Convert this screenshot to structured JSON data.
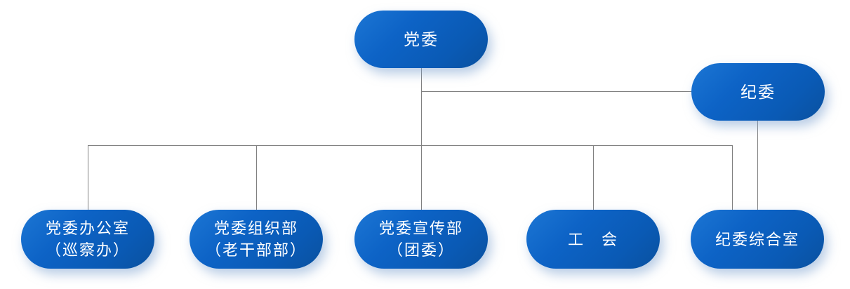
{
  "diagram": {
    "type": "org-chart",
    "colors": {
      "node_gradient_start": "#1c76d4",
      "node_gradient_end": "#09519f",
      "node_text": "#ffffff",
      "connector": "#808080",
      "background": "#ffffff"
    },
    "nodes": {
      "party_committee": {
        "label": "党委"
      },
      "discipline_committee": {
        "label": "纪委"
      },
      "party_office": {
        "line1": "党委办公室",
        "line2": "（巡察办）"
      },
      "organization_dept": {
        "line1": "党委组织部",
        "line2": "（老干部部）"
      },
      "publicity_dept": {
        "line1": "党委宣传部",
        "line2": "（团委）"
      },
      "labor_union": {
        "label": "工　会"
      },
      "discipline_office": {
        "label": "纪委综合室"
      }
    },
    "edges": [
      {
        "from": "党委",
        "to": "纪委"
      },
      {
        "from": "党委",
        "to": "党委办公室（巡察办）"
      },
      {
        "from": "党委",
        "to": "党委组织部（老干部部）"
      },
      {
        "from": "党委",
        "to": "党委宣传部（团委）"
      },
      {
        "from": "党委",
        "to": "工　会"
      },
      {
        "from": "党委",
        "to": "纪委综合室"
      },
      {
        "from": "纪委",
        "to": "纪委综合室"
      }
    ]
  }
}
